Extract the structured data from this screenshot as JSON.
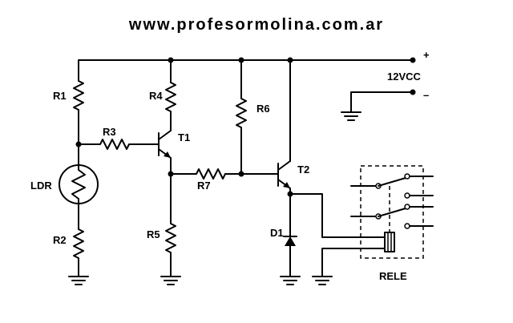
{
  "header": {
    "website": "www.profesormolina.com.ar"
  },
  "supply": {
    "voltage_label": "12VCC",
    "positive_label": "+",
    "negative_label": "–"
  },
  "components": {
    "r1": "R1",
    "r2": "R2",
    "r3": "R3",
    "r4": "R4",
    "r5": "R5",
    "r6": "R6",
    "r7": "R7",
    "ldr": "LDR",
    "t1": "T1",
    "t2": "T2",
    "d1": "D1",
    "relay": "RELE"
  }
}
